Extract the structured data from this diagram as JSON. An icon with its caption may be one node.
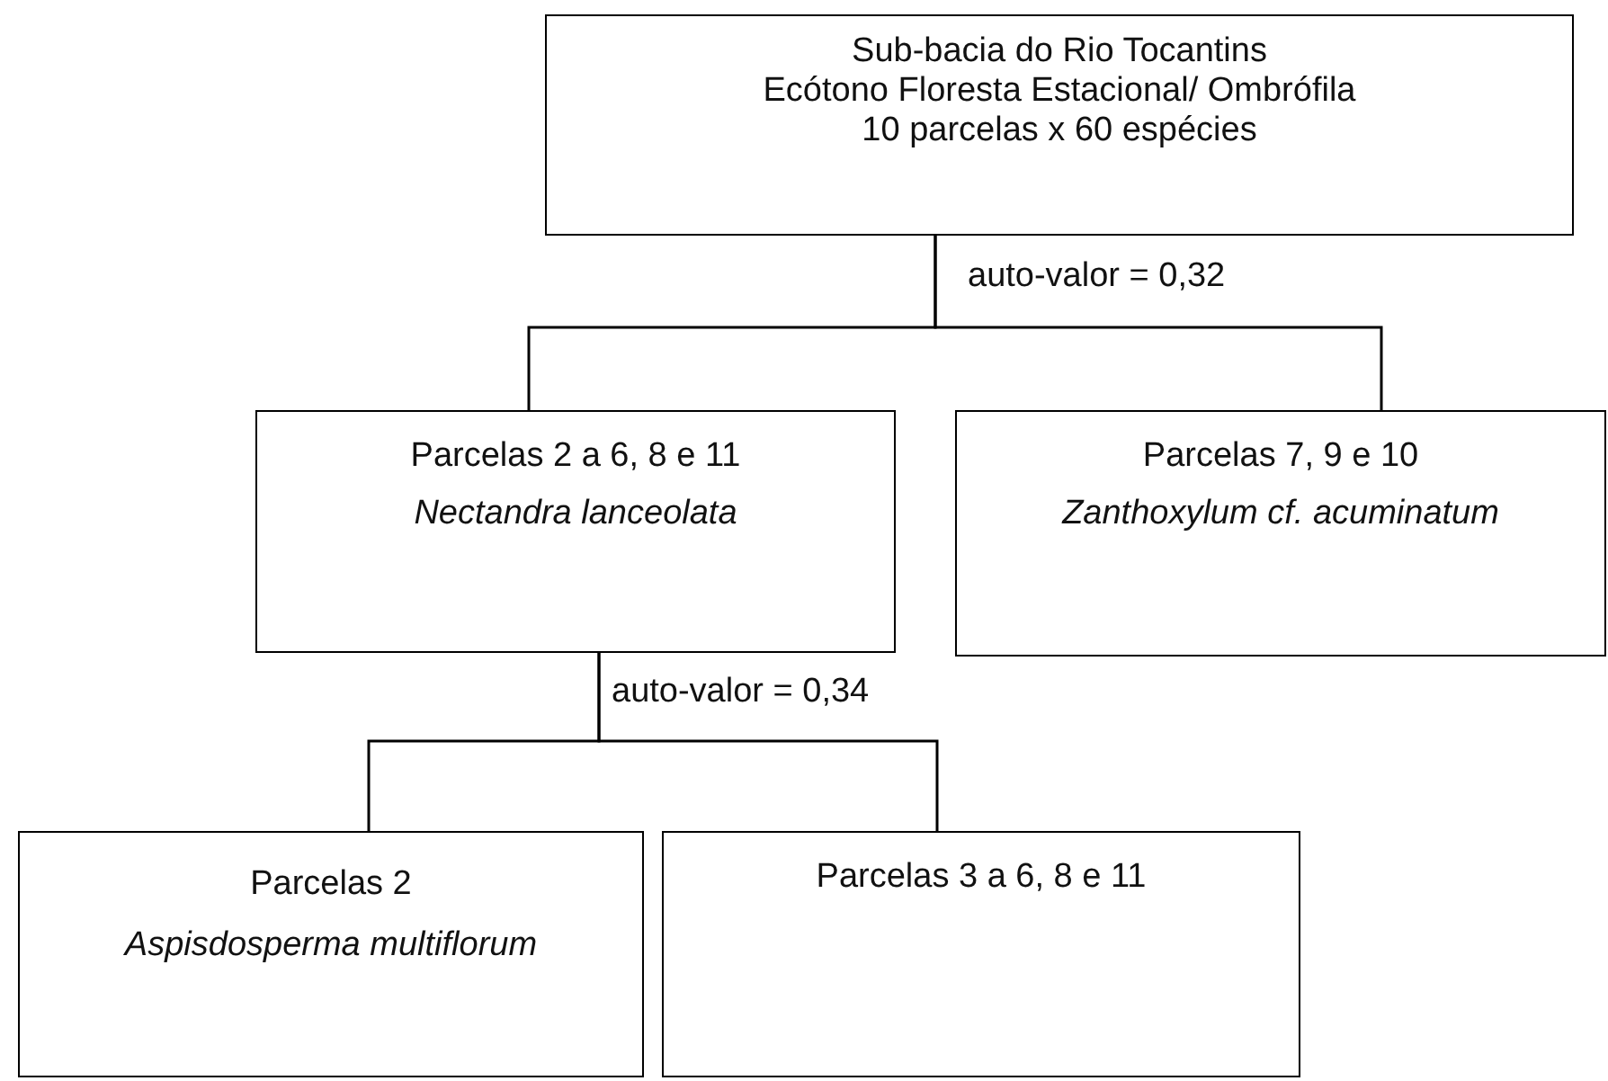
{
  "diagram": {
    "nodes": [
      {
        "text": [
          "Sub-bacia do Rio Tocantins",
          "Ecótono Floresta Estacional/ Ombrófila",
          "10 parcelas x 60 espécies"
        ]
      },
      {
        "text": [
          "Parcelas 2 a 6, 8 e 11",
          "Nectandra lanceolata"
        ]
      },
      {
        "text": [
          "Parcelas 7, 9 e 10",
          "Zanthoxylum cf. acuminatum"
        ]
      },
      {
        "text": [
          "Parcelas 2",
          "Aspisdosperma multiflorum"
        ]
      },
      {
        "text": [
          "Parcelas 3 a 6, 8 e 11"
        ]
      }
    ],
    "edges": [
      {
        "from": 0,
        "to": 1,
        "arrow": "none"
      },
      {
        "from": 0,
        "to": 2,
        "arrow": "none"
      },
      {
        "from": 1,
        "to": 3,
        "arrow": "none"
      },
      {
        "from": 1,
        "to": 4,
        "arrow": "none"
      }
    ],
    "labels": [
      "auto-valor = 0,32",
      "auto-valor = 0,34"
    ]
  }
}
